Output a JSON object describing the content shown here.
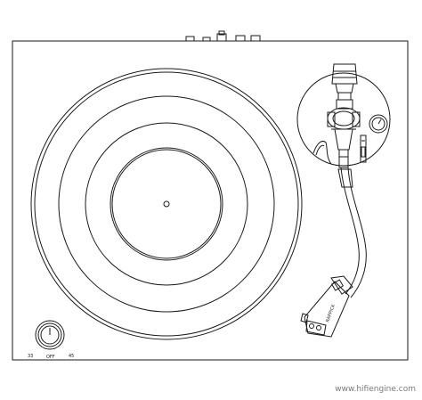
{
  "speed_selector": {
    "left_label": "33",
    "center_label": "OFF",
    "right_label": "45"
  },
  "headshell": {
    "brand_text": "RAPPICK"
  },
  "watermark": {
    "text": "www.hifiengine.com"
  },
  "colors": {
    "line": "#1a1a1a",
    "background": "#ffffff",
    "watermark": "#7a7a7a"
  }
}
